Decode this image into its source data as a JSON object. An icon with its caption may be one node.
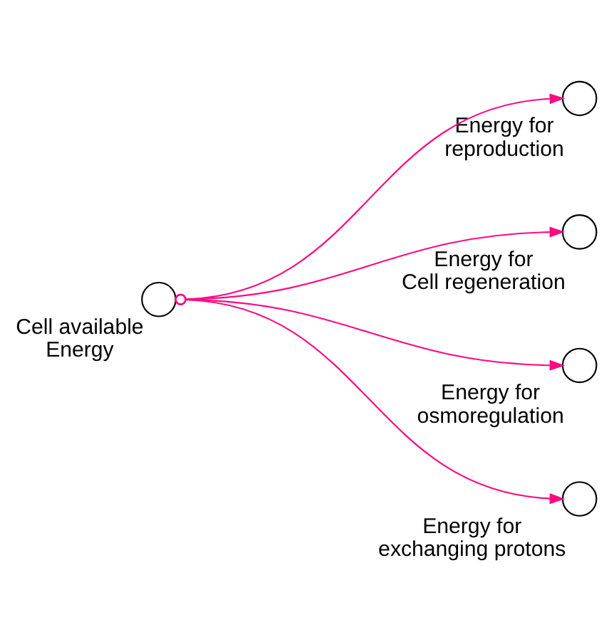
{
  "diagram": {
    "nodes": [
      {
        "text": [
          "Cell available Energy"
        ]
      },
      {
        "text": [
          "Energy for reproduction"
        ]
      },
      {
        "text": [
          "Energy for Cell regeneration"
        ]
      },
      {
        "text": [
          "Energy for osmoregulation"
        ]
      },
      {
        "text": [
          "Energy for exchanging protons"
        ]
      }
    ],
    "edges": [
      {
        "from": 0,
        "to": 1,
        "arrow": "to"
      },
      {
        "from": 0,
        "to": 2,
        "arrow": "to"
      },
      {
        "from": 0,
        "to": 3,
        "arrow": "to"
      },
      {
        "from": 0,
        "to": 4,
        "arrow": "to"
      }
    ]
  }
}
